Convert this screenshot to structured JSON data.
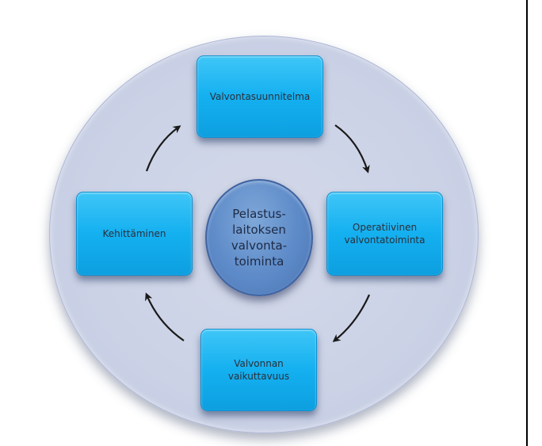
{
  "center": {
    "label": "Pelastus-\nlaitoksen\nvalvonta-\ntoiminta"
  },
  "nodes": {
    "top": {
      "label": "Valvontasuunnitelma"
    },
    "right": {
      "label": "Operatiivinen\nvalvontatoiminta"
    },
    "bottom": {
      "label": "Valvonnan\nvaikuttavuus"
    },
    "left": {
      "label": "Kehittäminen"
    }
  },
  "colors": {
    "box_fill": "#14b0f0",
    "center_fill": "#5d8ac8",
    "disc_fill": "#cbd2e6",
    "arrow": "#1a1a1a"
  }
}
